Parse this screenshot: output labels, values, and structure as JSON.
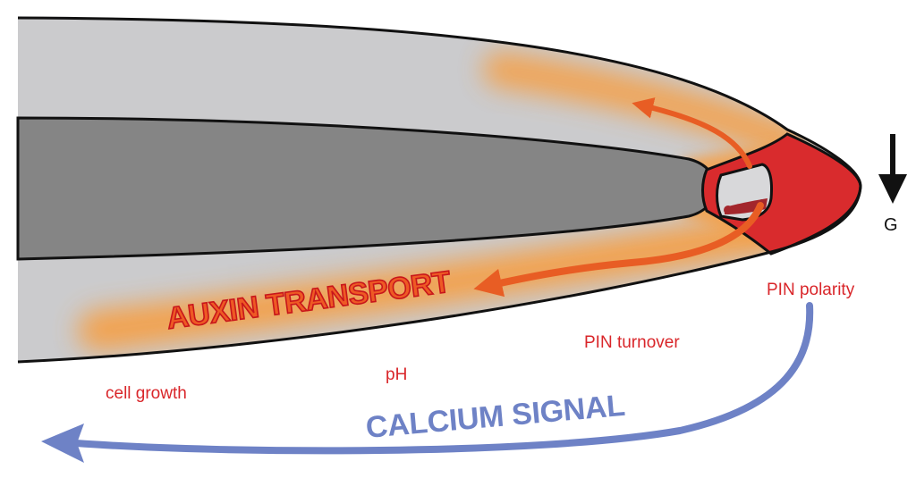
{
  "labels": {
    "auxin": "AUXIN TRANSPORT",
    "calcium": "CALCIUM SIGNAL",
    "pin_polarity": "PIN polarity",
    "pin_turnover": "PIN turnover",
    "ph": "pH",
    "cell_growth": "cell growth",
    "gravity": "G"
  },
  "colors": {
    "outer_tissue": "#cbcbcd",
    "inner_core": "#858585",
    "root_cap": "#d92b2d",
    "auxin_glow": "#f4a04a",
    "auxin_arrow": "#e85d24",
    "calcium_arrow": "#6e82c6",
    "text_red": "#d9262a",
    "outline": "#111111",
    "statolith": "#a3262c"
  },
  "icons": {
    "gravity": "down-arrow-icon",
    "auxin_flow": "curved-arrow-icon",
    "calcium_flow": "curved-arrow-icon"
  }
}
